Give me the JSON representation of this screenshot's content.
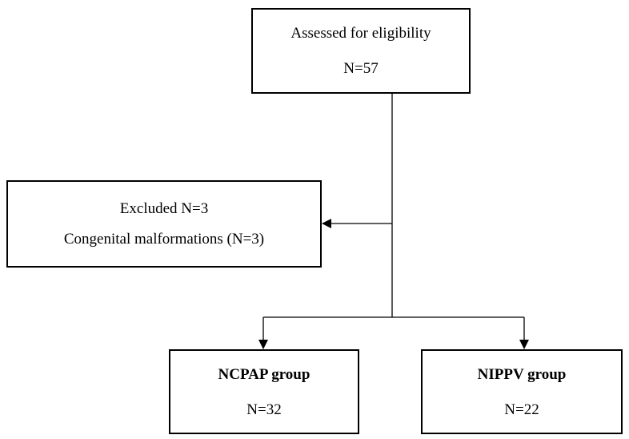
{
  "boxes": {
    "assessed": {
      "line1": "Assessed for eligibility",
      "line2": "N=57"
    },
    "excluded": {
      "line1": "Excluded N=3",
      "line2": "Congenital malformations (N=3)"
    },
    "ncpap": {
      "title": "NCPAP group",
      "count": "N=32"
    },
    "nippv": {
      "title": "NIPPV group",
      "count": "N=22"
    }
  },
  "colors": {
    "stroke": "#000000",
    "background": "#ffffff"
  }
}
